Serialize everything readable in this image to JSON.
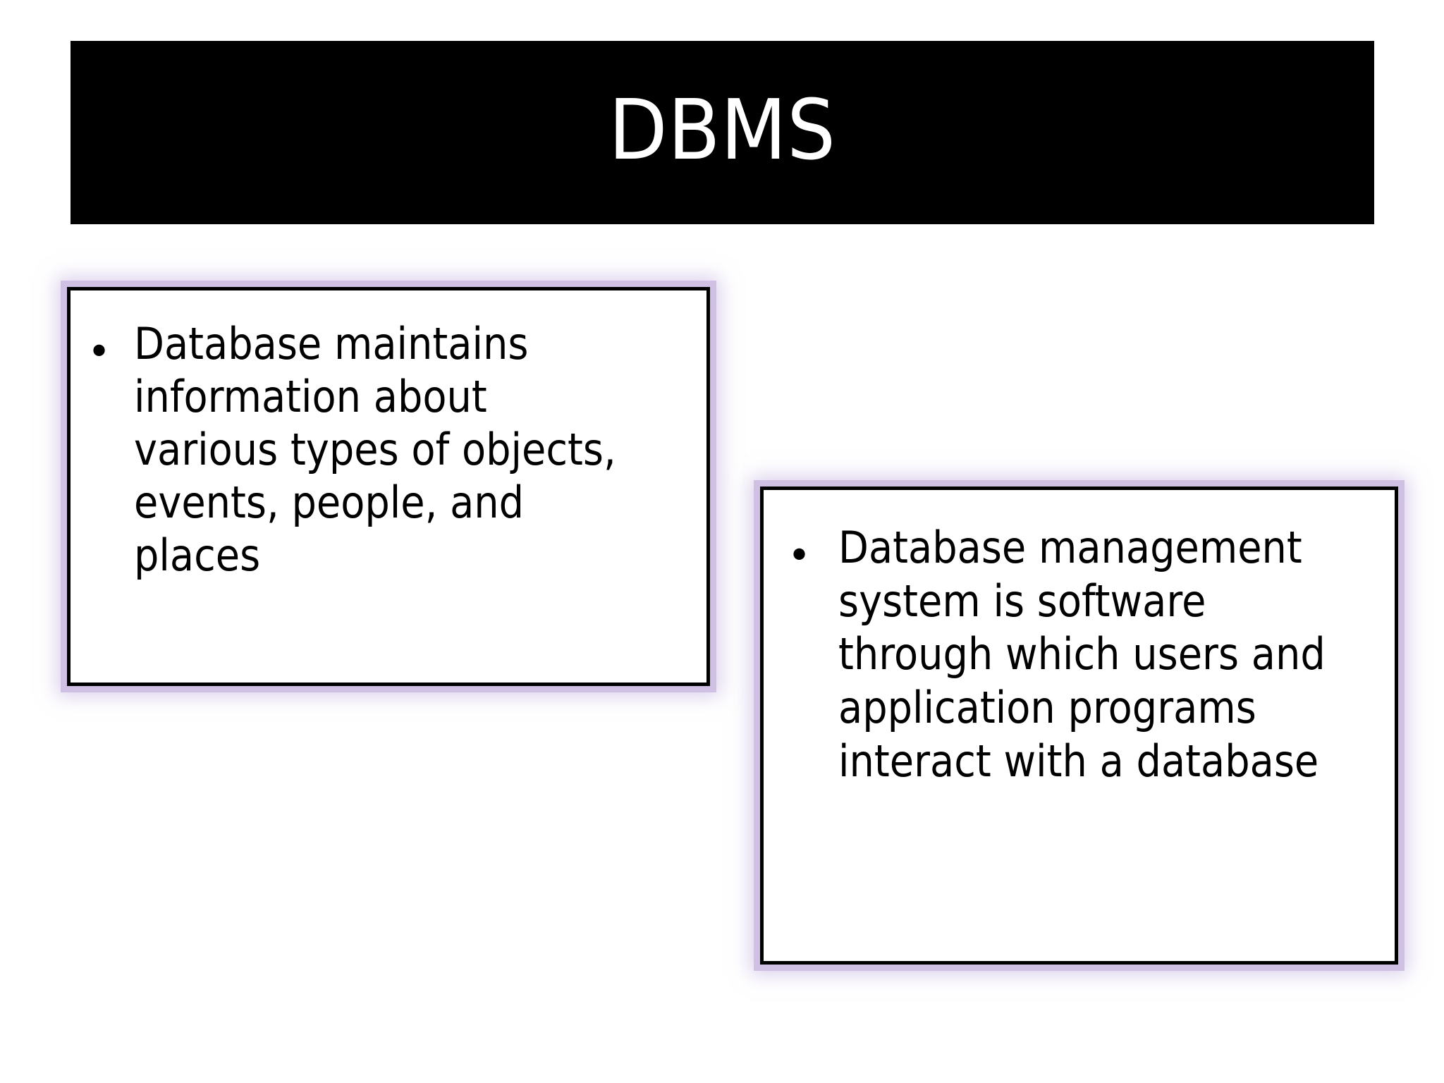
{
  "slide": {
    "background_color": "#FFFFFF",
    "title": {
      "text": "DBMS",
      "banner_color": "#000000",
      "text_color": "#FFFFFF"
    },
    "callouts": [
      {
        "id": "database",
        "bullet_glyph": "•",
        "text": "Database maintains information about various types of objects, events, people, and places",
        "border_color": "#000000",
        "glow_color": "#CFC0E4",
        "fill_color": "#FFFFFF"
      },
      {
        "id": "dbms",
        "bullet_glyph": "•",
        "text": "Database management system is software through which users and application programs interact with a database",
        "border_color": "#000000",
        "glow_color": "#CFC0E4",
        "fill_color": "#FFFFFF"
      }
    ]
  }
}
